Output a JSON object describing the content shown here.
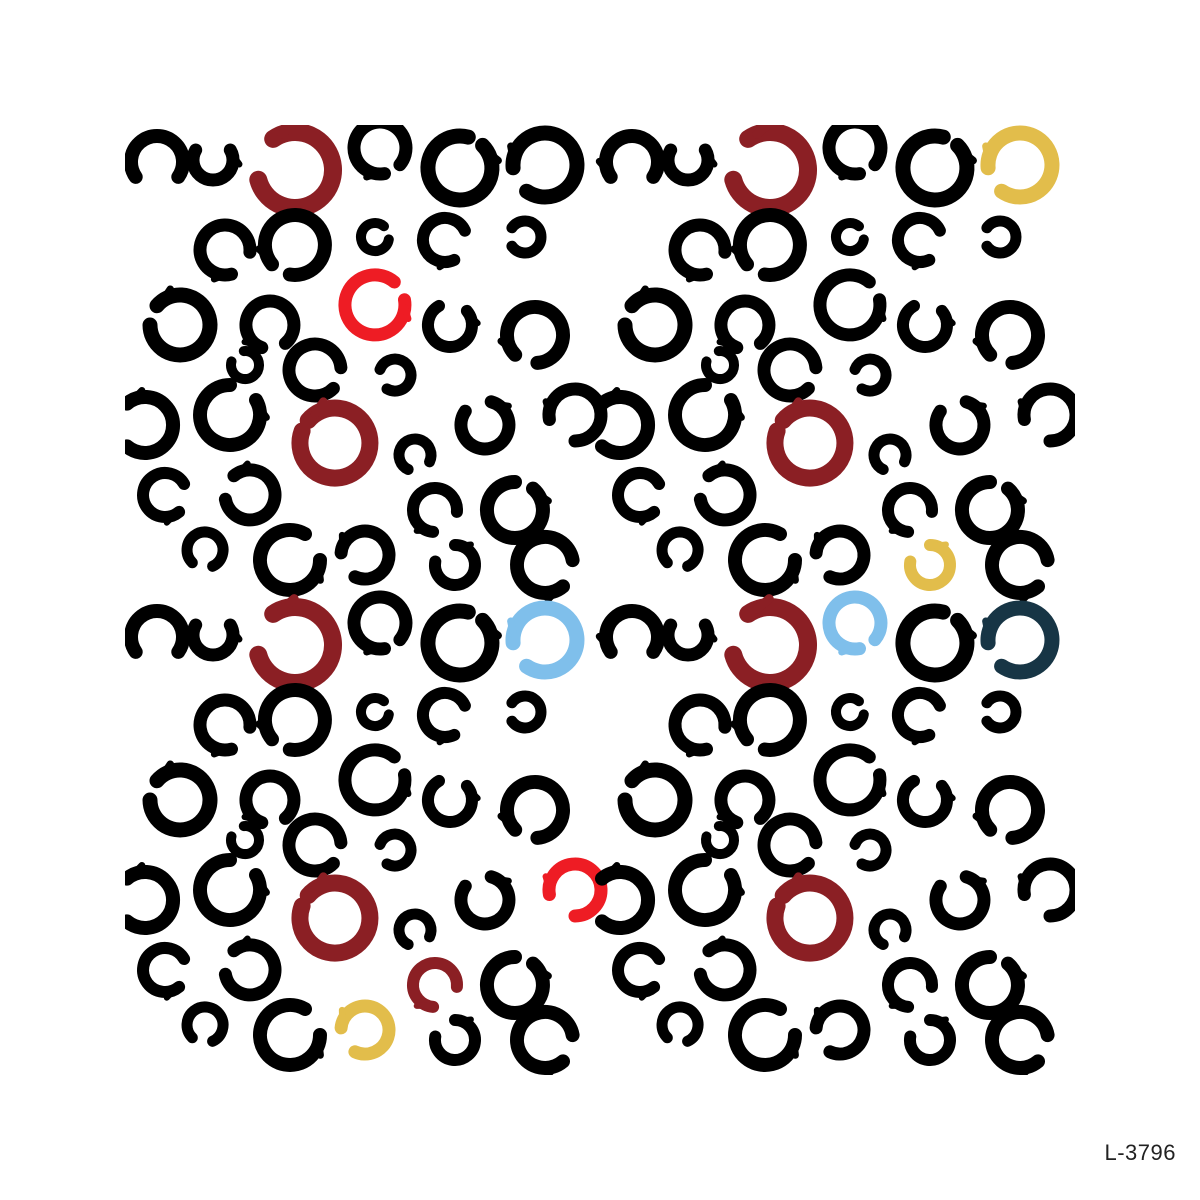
{
  "product_code": "L-3796",
  "pattern": {
    "tile_rows": 2,
    "tile_cols": 2,
    "colors": {
      "background": "#ffffff",
      "spot": "#000000",
      "maroon": "#8b1f24",
      "red": "#ee1c24",
      "mustard": "#e2bd4b",
      "sky_blue": "#7fbfeb",
      "navy": "#173545"
    }
  }
}
